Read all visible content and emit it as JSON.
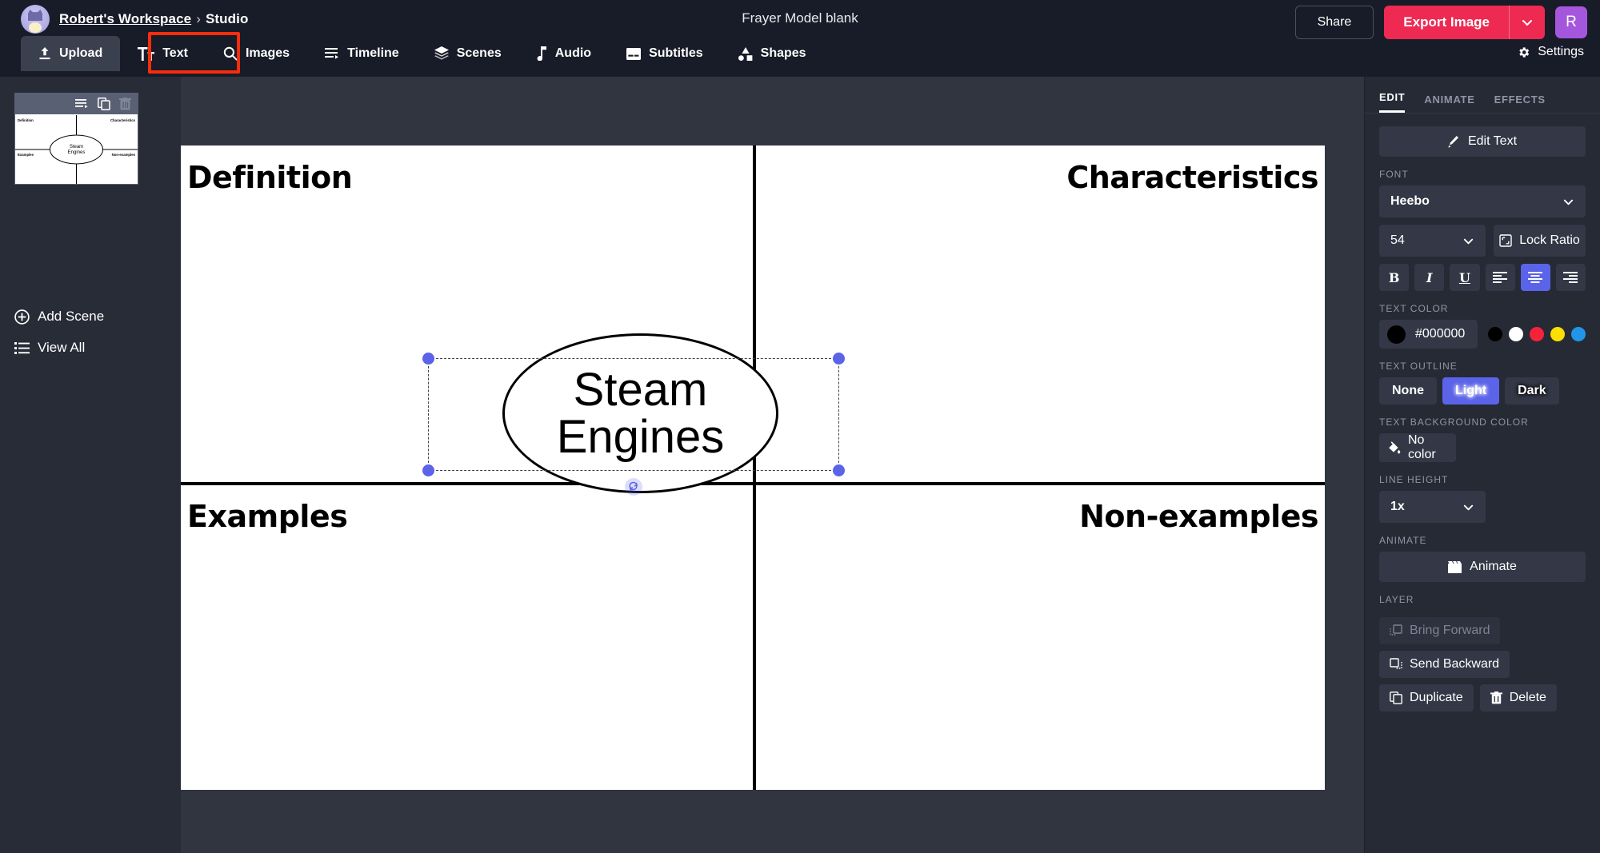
{
  "app": {
    "workspace": "Robert's Workspace",
    "separator": "›",
    "section": "Studio",
    "document_title": "Frayer Model blank",
    "user_initial": "R",
    "colors": {
      "topbar_bg": "#181c28",
      "panel_bg": "#262a35",
      "stage_bg": "#31353f",
      "accent_red": "#ee2a52",
      "accent_blue": "#5b63e8",
      "highlight_box": "#f92d0d",
      "avatar_purple": "#a457dd"
    }
  },
  "topbar": {
    "share_label": "Share",
    "export_label": "Export Image",
    "export_caret_icon": "chevron-down-icon",
    "settings_label": "Settings",
    "settings_icon": "gear-icon"
  },
  "toolbar": {
    "items": [
      {
        "label": "Upload",
        "icon": "upload-icon",
        "active": true,
        "highlighted": false
      },
      {
        "label": "Text",
        "icon": "text-icon",
        "active": false,
        "highlighted": true
      },
      {
        "label": "Images",
        "icon": "search-icon",
        "active": false,
        "highlighted": false
      },
      {
        "label": "Timeline",
        "icon": "timeline-icon",
        "active": false,
        "highlighted": false
      },
      {
        "label": "Scenes",
        "icon": "layers-icon",
        "active": false,
        "highlighted": false
      },
      {
        "label": "Audio",
        "icon": "music-note-icon",
        "active": false,
        "highlighted": false
      },
      {
        "label": "Subtitles",
        "icon": "subtitles-icon",
        "active": false,
        "highlighted": false
      },
      {
        "label": "Shapes",
        "icon": "shapes-icon",
        "active": false,
        "highlighted": false
      }
    ]
  },
  "sidebar": {
    "scene_tools": [
      "reorder-icon",
      "duplicate-icon",
      "trash-icon"
    ],
    "add_scene_label": "Add Scene",
    "add_scene_icon": "plus-circle-icon",
    "view_all_label": "View All",
    "view_all_icon": "list-icon"
  },
  "canvas": {
    "quadrants": {
      "top_left": "Definition",
      "top_right": "Characteristics",
      "bottom_left": "Examples",
      "bottom_right": "Non-examples"
    },
    "center_text": "Steam\nEngines",
    "selection": {
      "handles": 4,
      "rotate_icon": "rotate-icon"
    }
  },
  "inspector": {
    "tabs": [
      {
        "label": "EDIT",
        "active": true
      },
      {
        "label": "ANIMATE",
        "active": false
      },
      {
        "label": "EFFECTS",
        "active": false
      }
    ],
    "edit_text_label": "Edit Text",
    "edit_text_icon": "pencil-icon",
    "font": {
      "section_label": "FONT",
      "family": "Heebo",
      "size": "54",
      "lock_ratio_label": "Lock Ratio",
      "lock_ratio_icon": "lock-ratio-icon",
      "format_buttons": [
        {
          "name": "bold",
          "glyph": "B",
          "active": false
        },
        {
          "name": "italic",
          "glyph": "I",
          "active": false
        },
        {
          "name": "underline",
          "glyph": "U",
          "active": false
        },
        {
          "name": "align-left",
          "glyph": "",
          "active": false
        },
        {
          "name": "align-center",
          "glyph": "",
          "active": true
        },
        {
          "name": "align-right",
          "glyph": "",
          "active": false
        }
      ]
    },
    "text_color": {
      "section_label": "TEXT COLOR",
      "value": "#000000",
      "presets": [
        "#000000",
        "#ffffff",
        "#f5223c",
        "#fbdf00",
        "#2196e8"
      ]
    },
    "text_outline": {
      "section_label": "TEXT OUTLINE",
      "options": [
        {
          "label": "None",
          "active": false
        },
        {
          "label": "Light",
          "active": true
        },
        {
          "label": "Dark",
          "active": false
        }
      ]
    },
    "text_background_color": {
      "section_label": "TEXT BACKGROUND COLOR",
      "value_label": "No color",
      "icon": "paint-bucket-icon"
    },
    "line_height": {
      "section_label": "LINE HEIGHT",
      "value": "1x"
    },
    "animate": {
      "section_label": "ANIMATE",
      "button_label": "Animate",
      "icon": "clapperboard-icon"
    },
    "layer": {
      "section_label": "LAYER",
      "buttons": [
        {
          "label": "Bring Forward",
          "icon": "bring-forward-icon",
          "disabled": true
        },
        {
          "label": "Send Backward",
          "icon": "send-backward-icon",
          "disabled": false
        },
        {
          "label": "Duplicate",
          "icon": "duplicate-icon",
          "disabled": false
        },
        {
          "label": "Delete",
          "icon": "trash-icon",
          "disabled": false
        }
      ]
    }
  }
}
